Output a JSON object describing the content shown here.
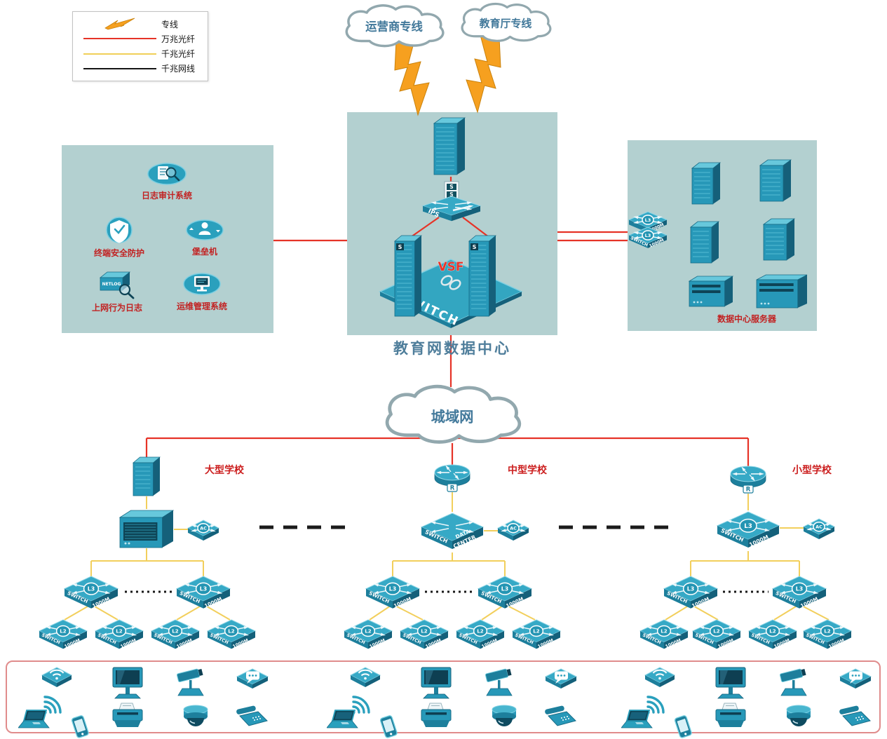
{
  "legend": {
    "items": [
      {
        "label": "专线",
        "type": "lightning",
        "color": "#f6a01f"
      },
      {
        "label": "万兆光纤",
        "type": "line",
        "color": "#e63327"
      },
      {
        "label": "千兆光纤",
        "type": "line",
        "color": "#f0cf58"
      },
      {
        "label": "千兆网线",
        "type": "line",
        "color": "#151515"
      }
    ]
  },
  "clouds": {
    "isp": "运营商专线",
    "edu": "教育厅专线",
    "man": "城域网"
  },
  "datacenter": {
    "title": "教育网数据中心",
    "vsf_label": "VSF",
    "ips_label": "IPS",
    "switch_label": "SWITCH",
    "server_badge": "S"
  },
  "security_zone": {
    "items": [
      {
        "label": "日志审计系统"
      },
      {
        "label": "终端安全防护"
      },
      {
        "label": "堡垒机"
      },
      {
        "label": "上网行为日志"
      },
      {
        "label": "运维管理系统"
      }
    ],
    "netlog_text": "NETLOG"
  },
  "server_zone": {
    "label": "数据中心服务器",
    "switch_left": "SWITCH",
    "switch_right": "1000M",
    "switch_badge": "L3"
  },
  "schools": [
    {
      "name": "大型学校"
    },
    {
      "name": "中型学校"
    },
    {
      "name": "小型学校"
    }
  ],
  "switch_labels": {
    "switch": "SWITCH",
    "m1000": "1000M",
    "l3": "L3",
    "l2": "L2",
    "ac": "AC",
    "data": "DATA",
    "center": "CENTER",
    "router_badge": "R"
  },
  "colors": {
    "fiber_10g": "#e63327",
    "fiber_1g": "#f2cf5c",
    "device_teal": "#2aa0bd",
    "label_red": "#c22222"
  }
}
